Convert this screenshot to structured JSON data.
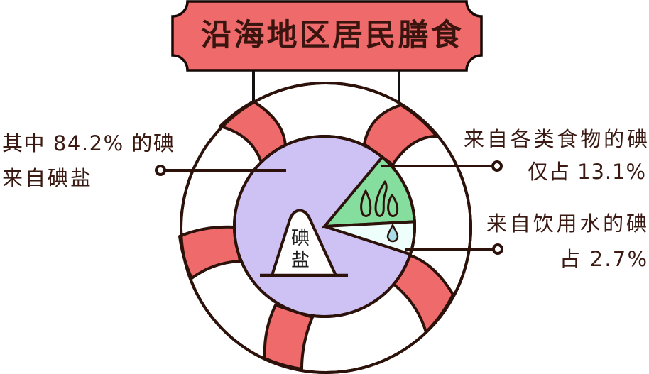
{
  "title": "沿海地区居民膳食",
  "labels": {
    "iodized_salt": {
      "line1": "其中 84.2% 的碘",
      "line2": "来自碘盐"
    },
    "food": {
      "line1": "来自各类食物的碘",
      "line2": "仅占 13.1%"
    },
    "water": {
      "line1": "来自饮用水的碘",
      "line2": "占 2.7%"
    }
  },
  "salt_pile": {
    "text_top": "碘",
    "text_bottom": "盐"
  },
  "icons": {
    "frame": "lifebuoy-icon",
    "salt": "salt-pile-icon",
    "food": "steam-icon",
    "water": "water-drop-icon",
    "leader_marker": "circle-marker-icon"
  },
  "colors": {
    "banner": "#EF6A6A",
    "lifebuoy_band": "#EF6A6A",
    "lifebuoy_ring": "#FFFFFF",
    "slice_salt": "#CEC2F4",
    "slice_food": "#86DE9E",
    "slice_water": "#EEFFFB",
    "water_drop": "#A8DCE8",
    "outline": "#2C120B",
    "text": "#3A1A12"
  },
  "chart_data": {
    "type": "pie",
    "title": "沿海地区居民膳食",
    "categories": [
      "碘盐",
      "各类食物",
      "饮用水"
    ],
    "values": [
      84.2,
      13.1,
      2.7
    ],
    "unit": "%",
    "colors": [
      "#CEC2F4",
      "#86DE9E",
      "#EEFFFB"
    ],
    "annotations": [
      "其中 84.2% 的碘来自碘盐",
      "来自各类食物的碘仅占 13.1%",
      "来自饮用水的碘占 2.7%"
    ],
    "legend": "none (leader-line callouts)"
  }
}
